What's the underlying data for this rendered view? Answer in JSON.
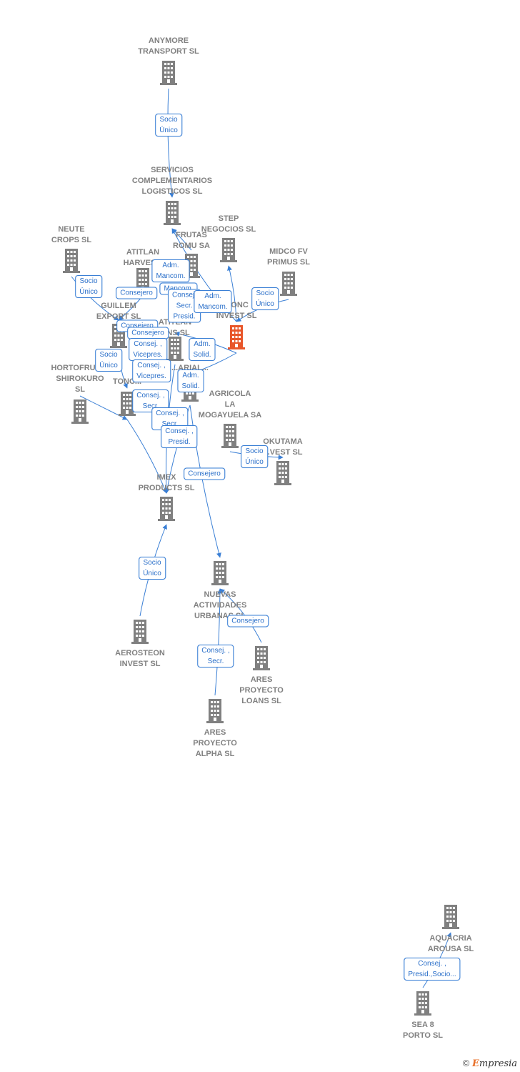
{
  "colors": {
    "node": "#808080",
    "focus": "#e8562a",
    "edge": "#3a7fd5"
  },
  "nodes": [
    {
      "id": "anymore",
      "label": "ANYMORE\nTRANSPORT SL"
    },
    {
      "id": "servicios",
      "label": "SERVICIOS\nCOMPLEMENTARIOS\nLOGISTICOS SL"
    },
    {
      "id": "neute",
      "label": "NEUTE\nCROPS  SL"
    },
    {
      "id": "step",
      "label": "STEP\nNEGOCIOS SL"
    },
    {
      "id": "frutas",
      "label": "FRUTAS\nROMU SA"
    },
    {
      "id": "atitlan",
      "label": "ATITLAN\nHARVES..."
    },
    {
      "id": "midco",
      "label": "MIDCO FV\nPRIMUS  SL"
    },
    {
      "id": "guillem",
      "label": "GUILLEM\nEXPORT SL"
    },
    {
      "id": "focus",
      "label": "...ONC\nINVEST  SL"
    },
    {
      "id": "atitlan2",
      "label": "ATITLAN\n...NS  SL"
    },
    {
      "id": "arial",
      "label": "...ARIAL..."
    },
    {
      "id": "hortofrut",
      "label": "HORTOFRUTI...\nSHIROKURO\nSL"
    },
    {
      "id": "tonc",
      "label": "TONC..."
    },
    {
      "id": "agricola",
      "label": "AGRICOLA\nLA\nMOGAYUELA SA"
    },
    {
      "id": "okutama",
      "label": "OKUTAMA\n...VEST  SL"
    },
    {
      "id": "imex",
      "label": "IMEX\nPRODUCTS SL"
    },
    {
      "id": "nuevas",
      "label": "NUEVAS\nACTIVIDADES\nURBANAS SL"
    },
    {
      "id": "aerosteon",
      "label": "AEROSTEON\nINVEST  SL"
    },
    {
      "id": "ares_loans",
      "label": "ARES\nPROYECTO\nLOANS  SL"
    },
    {
      "id": "ares_alpha",
      "label": "ARES\nPROYECTO\nALPHA  SL"
    },
    {
      "id": "aquacria",
      "label": "AQUACRIA\nAROUSA SL"
    },
    {
      "id": "sea8",
      "label": "SEA 8\nPORTO SL"
    }
  ],
  "edge_labels": [
    {
      "text": "Socio\nÚnico"
    },
    {
      "text": "Socio\nÚnico"
    },
    {
      "text": "Consejero"
    },
    {
      "text": "Adm.\nMancom."
    },
    {
      "text": "Mancom."
    },
    {
      "text": "Consej.\nSecr.\nPresid."
    },
    {
      "text": "Adm.\nMancom."
    },
    {
      "text": "Socio\nÚnico"
    },
    {
      "text": "Consejero"
    },
    {
      "text": "Consejero"
    },
    {
      "text": "Consej. ,\nVicepres."
    },
    {
      "text": "Adm.\nSolid."
    },
    {
      "text": "Socio\nÚnico"
    },
    {
      "text": "Consej. ,\nVicepres."
    },
    {
      "text": "Adm.\nSolid."
    },
    {
      "text": "Consej. ,\nSecr."
    },
    {
      "text": "Consej. ,\nSecr."
    },
    {
      "text": "Consej. ,\nPresid."
    },
    {
      "text": "Socio\nÚnico"
    },
    {
      "text": "Consejero"
    },
    {
      "text": "Socio\nÚnico"
    },
    {
      "text": "Consejero"
    },
    {
      "text": "Consej. ,\nSecr."
    },
    {
      "text": "Consej. ,\nPresid.,Socio..."
    }
  ],
  "footer": {
    "copyright": "©",
    "brand_first": "E",
    "brand_rest": "mpresia"
  }
}
